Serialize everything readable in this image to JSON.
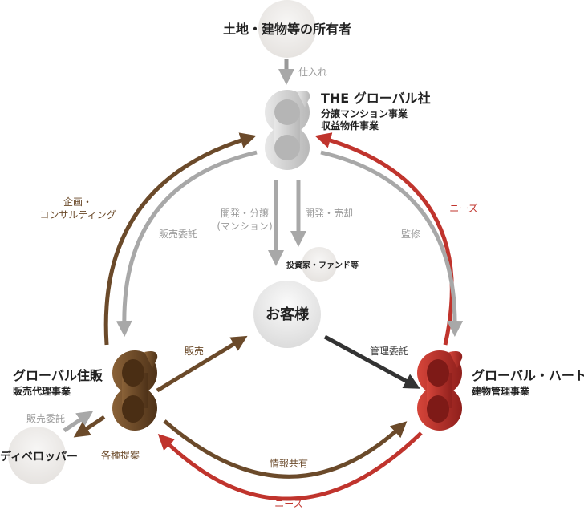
{
  "nodes": {
    "owner": "土地・建物等の所有者",
    "the_global": {
      "title": "THE グローバル社",
      "line1": "分譲マンション事業",
      "line2": "収益物件事業"
    },
    "customer": "お客様",
    "investor": "投資家・ファンド等",
    "jyuhan": {
      "title": "グローバル住販",
      "line1": "販売代理事業"
    },
    "heart": {
      "title": "グローバル・ハート",
      "line1": "建物管理事業"
    },
    "developer": "ディベロッパー"
  },
  "flows": {
    "purchase": "仕入れ",
    "planning_1": "企画・",
    "planning_2": "コンサルティング",
    "sales_consign_top": "販売委託",
    "needs_right": "ニーズ",
    "supervision": "監修",
    "develop_sell_1": "開発・分譲",
    "develop_sell_2": "(マンション)",
    "develop_sale": "開発・売却",
    "sales": "販売",
    "management_consign": "管理委託",
    "sales_consign_dev": "販売委託",
    "proposals": "各種提案",
    "info_share": "情報共有",
    "needs_bottom": "ニーズ"
  },
  "colors": {
    "brown": "#6b4a2a",
    "red": "#c0342d",
    "gray": "#a8a8a8",
    "dark": "#333333"
  }
}
